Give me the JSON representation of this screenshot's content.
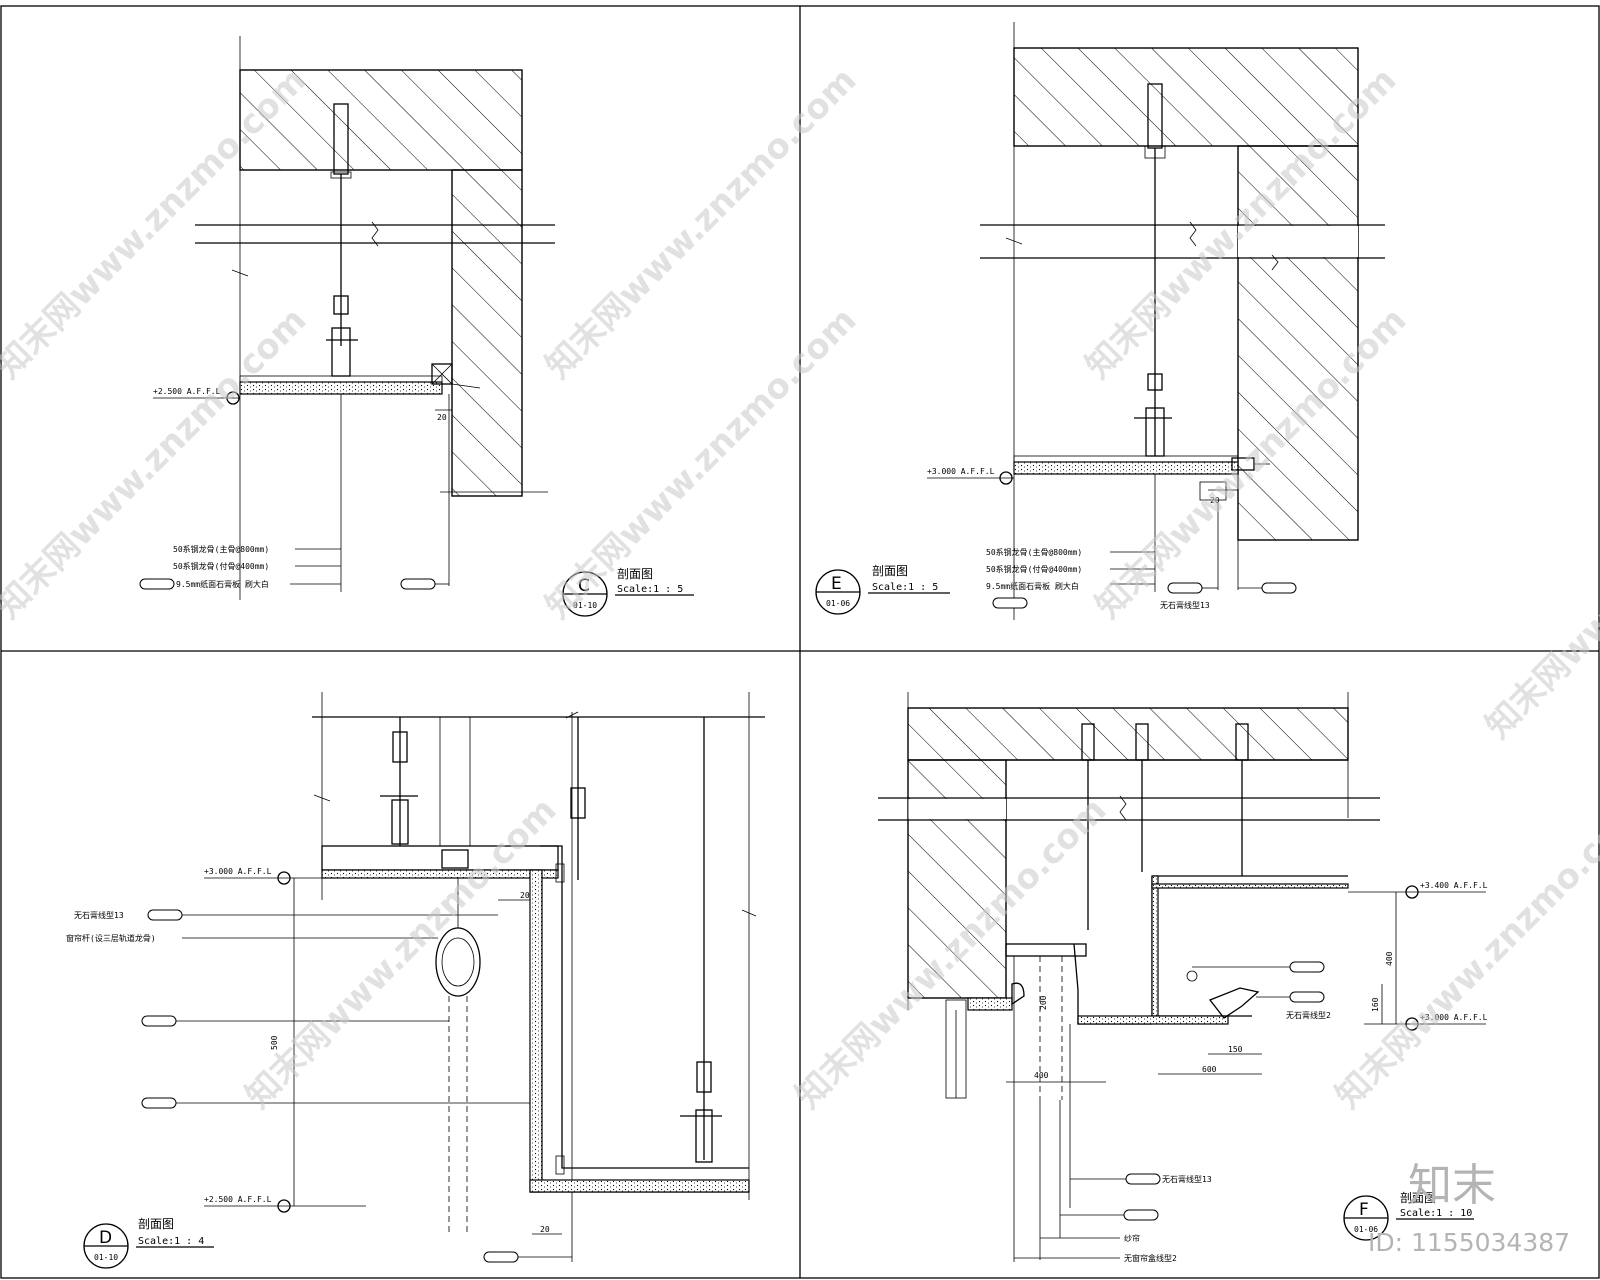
{
  "panels": [
    {
      "id": "C",
      "title": "剖面图",
      "scale": "Scale:1 : 5",
      "sheet": "01-10",
      "levels": [
        "+2.500 A.F.F.L"
      ],
      "notes": [
        "50系钢龙骨(主骨@800mm)",
        "50系钢龙骨(付骨@400mm)",
        "9.5mm纸面石膏板 刷大白"
      ],
      "dims": [
        "20"
      ]
    },
    {
      "id": "E",
      "title": "剖面图",
      "scale": "Scale:1 : 5",
      "sheet": "01-06",
      "levels": [
        "+3.000 A.F.F.L"
      ],
      "notes": [
        "50系钢龙骨(主骨@800mm)",
        "50系钢龙骨(付骨@400mm)",
        "9.5mm纸面石膏板 刷大白",
        "无石膏线型13"
      ],
      "dims": [
        "20"
      ]
    },
    {
      "id": "D",
      "title": "剖面图",
      "scale": "Scale:1 : 4",
      "sheet": "01-10",
      "levels": [
        "+3.000 A.F.F.L",
        "+2.500 A.F.F.L"
      ],
      "notes": [
        "无石膏线型13",
        "窗帘杆(设三层轨道龙骨)"
      ],
      "dims": [
        "500",
        "20",
        "20"
      ]
    },
    {
      "id": "F",
      "title": "剖面图",
      "scale": "Scale:1 : 10",
      "sheet": "01-06",
      "levels": [
        "+3.400 A.F.F.L",
        "+3.000 A.F.F.L"
      ],
      "notes": [
        "无石膏线型2",
        "无石膏线型13",
        "纱帘",
        "无窗帘盒线型2"
      ],
      "dims": [
        "400",
        "160",
        "150",
        "600",
        "200",
        "400"
      ]
    }
  ],
  "watermarks": [
    "知末网www.znzmo.com"
  ],
  "brand": {
    "name": "知末",
    "id": "ID: 1155034387"
  }
}
